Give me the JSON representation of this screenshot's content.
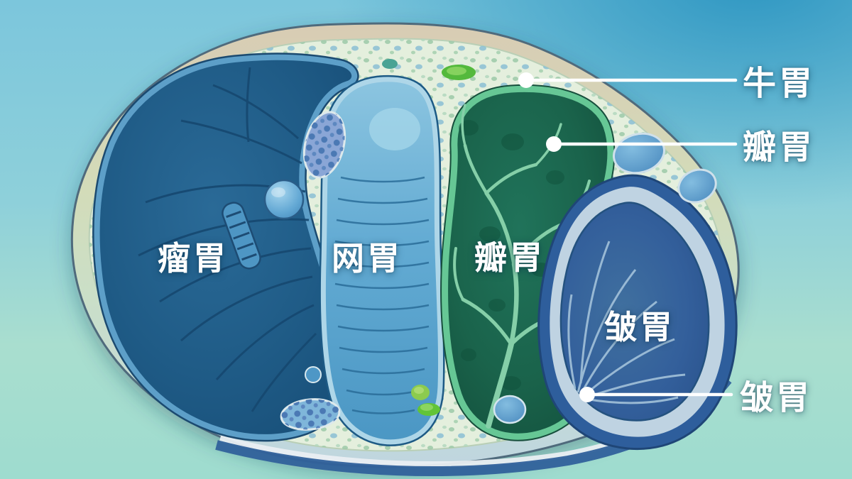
{
  "figure": {
    "compartment_labels": [
      {
        "name": "rumen",
        "text": "瘤胃"
      },
      {
        "name": "reticulum",
        "text": "网胃"
      },
      {
        "name": "omasum",
        "text": "瓣胃"
      },
      {
        "name": "abomasum",
        "text": "皱胃"
      }
    ],
    "callout_labels": [
      {
        "name": "cow-stomach",
        "text": "牛胃"
      },
      {
        "name": "omasum",
        "text": "瓣胃"
      },
      {
        "name": "abomasum",
        "text": "皱胃"
      }
    ],
    "colors": {
      "background_top": "#3f9fc7",
      "background_bottom": "#9edccf",
      "stomach_wall": "#d5c9b2",
      "wall_lining": "#e4efdd",
      "rumen_fill": "#1f5b86",
      "reticulum_fill": "#63abd3",
      "omasum_fill": "#1a634b",
      "omasum_veins": "#85cfa8",
      "abomasum_fill": "#335f9b",
      "leader_line": "#ffffff",
      "label_text": "#ffffff"
    }
  }
}
